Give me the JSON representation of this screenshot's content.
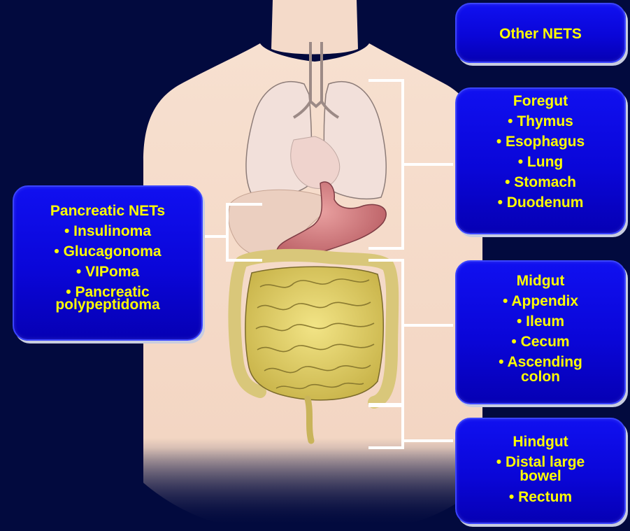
{
  "panels": {
    "other": {
      "title": "Other NETS"
    },
    "pancreatic": {
      "title": "Pancreatic NETs",
      "items": [
        "• Insulinoma",
        "• Glucagonoma",
        "• VIPoma",
        "• Pancreatic",
        "polypeptidoma"
      ]
    },
    "foregut": {
      "title": "Foregut",
      "items": [
        "• Thymus",
        "• Esophagus",
        "• Lung",
        "• Stomach",
        "• Duodenum"
      ]
    },
    "midgut": {
      "title": "Midgut",
      "items": [
        "• Appendix",
        "• Ileum",
        "• Cecum",
        "• Ascending",
        "colon"
      ]
    },
    "hindgut": {
      "title": "Hindgut",
      "items": [
        "• Distal large",
        "bowel",
        "• Rectum"
      ]
    }
  },
  "colors": {
    "background": "#020a3e",
    "panel": "#0a06d8",
    "panel_text": "#ffff00",
    "skin": "#f6dccb",
    "bracket": "#ffffff"
  }
}
